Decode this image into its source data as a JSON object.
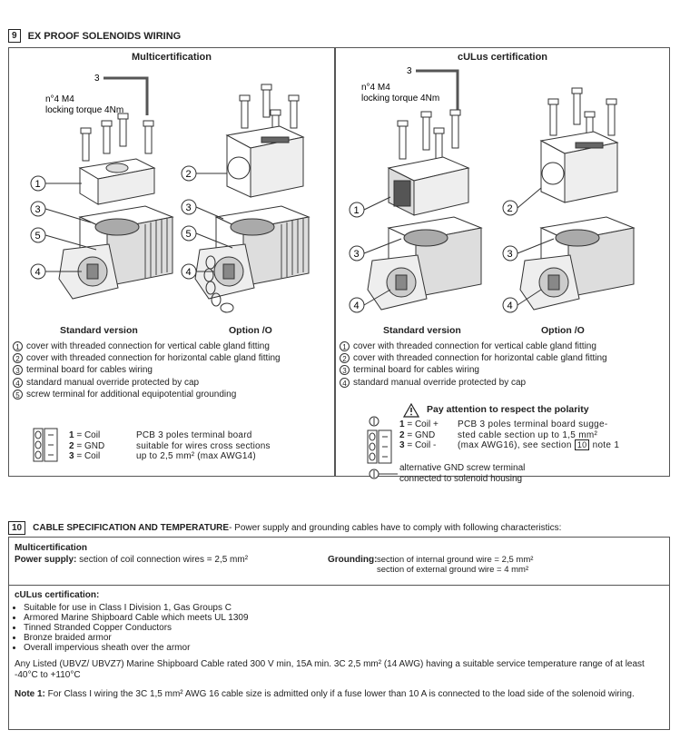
{
  "section9": {
    "num": "9",
    "title": "EX PROOF SOLENOIDS WIRING"
  },
  "left": {
    "title": "Multicertification",
    "screw_callout": "3",
    "screw_note_line1": "n°4 M4",
    "screw_note_line2": "locking torque 4Nm",
    "cap_standard": "Standard version",
    "cap_option": "Option /O",
    "legend": [
      {
        "n": "1",
        "text": "cover with threaded connection for vertical cable gland fitting"
      },
      {
        "n": "2",
        "text": "cover with threaded connection for horizontal cable gland fitting"
      },
      {
        "n": "3",
        "text": "terminal board for cables wiring"
      },
      {
        "n": "4",
        "text": "standard manual override protected by cap"
      },
      {
        "n": "5",
        "text": "screw terminal for additional equipotential grounding"
      }
    ],
    "terminal": {
      "rows": [
        {
          "n": "1",
          "t": "= Coil"
        },
        {
          "n": "2",
          "t": "= GND"
        },
        {
          "n": "3",
          "t": "= Coil"
        }
      ],
      "desc_line1": "PCB 3 poles terminal board",
      "desc_line2": "suitable for wires cross sections",
      "desc_line3": "up to 2,5 mm² (max AWG14)"
    }
  },
  "right": {
    "title": "cULus certification",
    "screw_callout": "3",
    "screw_note_line1": "n°4 M4",
    "screw_note_line2": "locking torque 4Nm",
    "cap_standard": "Standard version",
    "cap_option": "Option /O",
    "legend": [
      {
        "n": "1",
        "text": "cover with threaded connection for vertical cable gland fitting"
      },
      {
        "n": "2",
        "text": "cover with threaded connection for horizontal cable gland fitting"
      },
      {
        "n": "3",
        "text": "terminal board for cables wiring"
      },
      {
        "n": "4",
        "text": "standard manual override protected by cap"
      }
    ],
    "warning": "Pay attention to respect the polarity",
    "terminal": {
      "rows": [
        {
          "n": "1",
          "t": "= Coil +"
        },
        {
          "n": "2",
          "t": "= GND"
        },
        {
          "n": "3",
          "t": "= Coil -"
        }
      ],
      "desc_line1": "PCB 3 poles terminal board sugge-",
      "desc_line2": "sted cable section up to 1,5 mm²",
      "desc_line3": "(max AWG16), see section",
      "desc_ref": "10",
      "desc_note": "note 1",
      "gnd_line1": "alternative GND screw terminal",
      "gnd_line2": "connected to solenoid housing"
    }
  },
  "section10": {
    "num": "10",
    "title": "CABLE SPECIFICATION AND TEMPERATURE",
    "rest": " - Power supply and grounding cables have to comply with following characteristics:"
  },
  "box10": {
    "multi_title": "Multicertification",
    "power_label": "Power supply:",
    "power_text": " section of coil connection wires = 2,5 mm²",
    "ground_label": "Grounding:",
    "ground_line1": "section of internal ground wire = 2,5 mm²",
    "ground_line2": "section of external ground wire = 4 mm²",
    "cul_title": "cULus certification:",
    "bullets": [
      "Suitable for use in Class I Division 1, Gas Groups C",
      "Armored Marine Shipboard Cable which meets UL 1309",
      "Tinned Stranded Copper Conductors",
      "Bronze braided armor",
      "Overall impervious sheath over the armor"
    ],
    "listed_text": "Any Listed (UBVZ/ UBVZ7) Marine Shipboard Cable rated 300 V min, 15A min. 3C 2,5 mm² (14 AWG) having a suitable service temperature range of at least -40°C to +110°C",
    "note_label": "Note 1:",
    "note_text": " For Class I wiring the 3C 1,5 mm² AWG 16 cable size is admitted only if a fuse lower than 10 A is connected to the load side of the solenoid wiring."
  }
}
